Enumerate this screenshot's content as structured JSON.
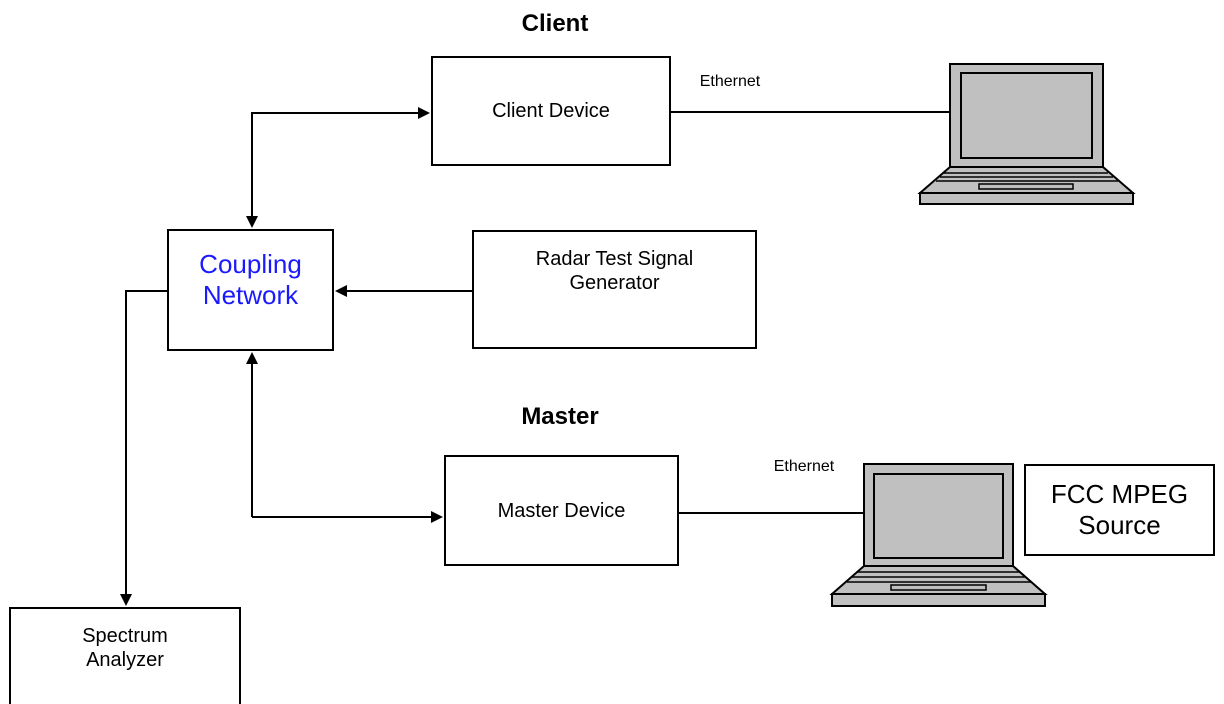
{
  "headings": {
    "client": "Client",
    "master": "Master"
  },
  "boxes": {
    "client_device": "Client Device",
    "coupling_network": "Coupling\nNetwork",
    "radar_generator": "Radar Test Signal\nGenerator",
    "master_device": "Master Device",
    "fcc_mpeg": "FCC MPEG\nSource",
    "spectrum_analyzer": "Spectrum\nAnalyzer"
  },
  "links": {
    "client_ethernet": "Ethernet",
    "master_ethernet": "Ethernet"
  },
  "colors": {
    "coupling_text": "#1a1aff",
    "laptop_body": "#c0c0c0",
    "laptop_screen": "#c0c0c0",
    "line": "#000000"
  },
  "icons": [
    "laptop-icon",
    "laptop-icon"
  ]
}
